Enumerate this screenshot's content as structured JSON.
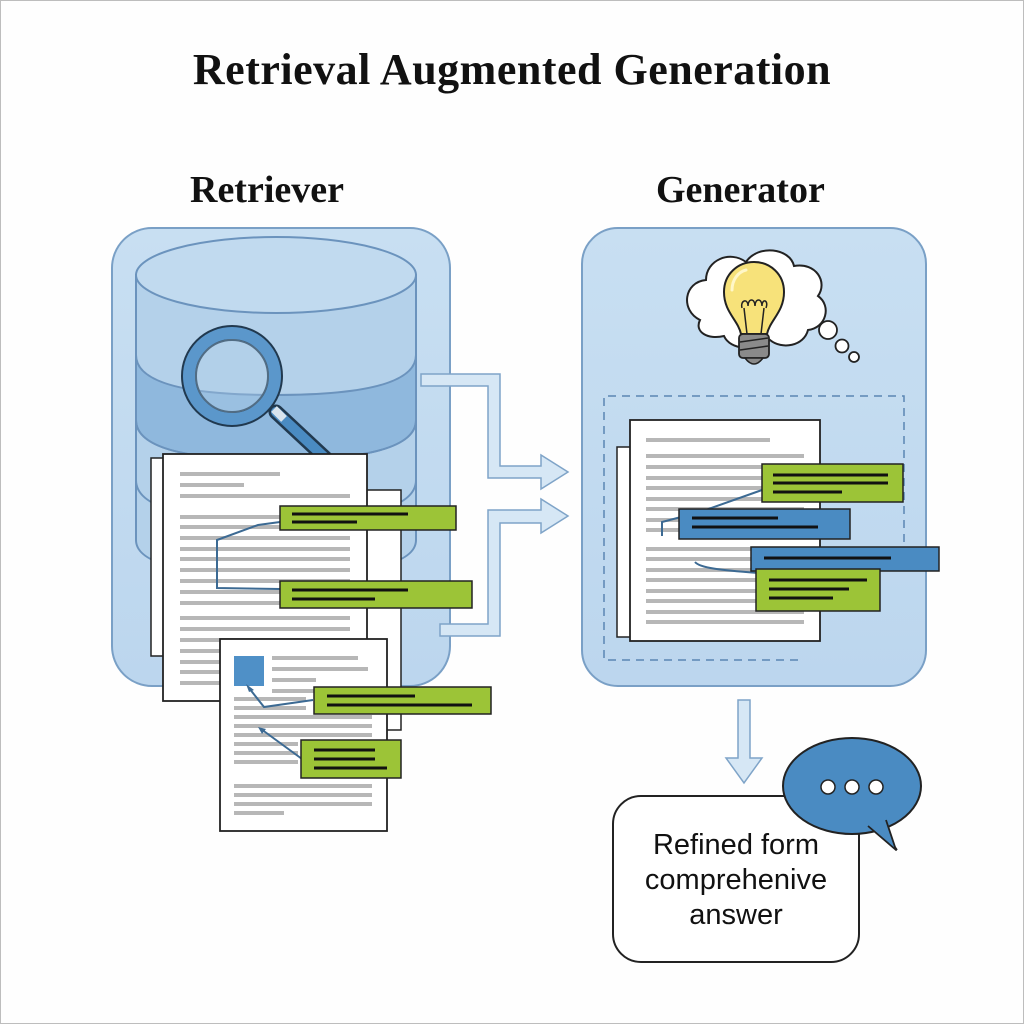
{
  "title": "Retrieval Augmented Generation",
  "sections": {
    "retriever": {
      "label": "Retriever",
      "icons": [
        "database-icon",
        "magnifying-glass-icon",
        "document-icon",
        "highlighted-snippet-icon"
      ]
    },
    "generator": {
      "label": "Generator",
      "icons": [
        "thought-cloud-icon",
        "lightbulb-icon",
        "document-icon",
        "highlighted-snippet-icon"
      ]
    }
  },
  "flow": [
    {
      "from": "retriever",
      "to": "generator",
      "kind": "retrieved-context-arrows"
    },
    {
      "from": "generator",
      "to": "answer",
      "kind": "output-arrow"
    }
  ],
  "answer": {
    "lines": [
      "Refined form",
      "comprehenive",
      "answer"
    ],
    "icon": "speech-bubble-icon"
  },
  "colors": {
    "panel": "#c3dbef",
    "panel_border": "#6f95bd",
    "accent_blue": "#4a8bc2",
    "highlight_green": "#9cc437",
    "bulb_yellow": "#f7e27a",
    "arrow_fill": "#d6e7f5"
  }
}
